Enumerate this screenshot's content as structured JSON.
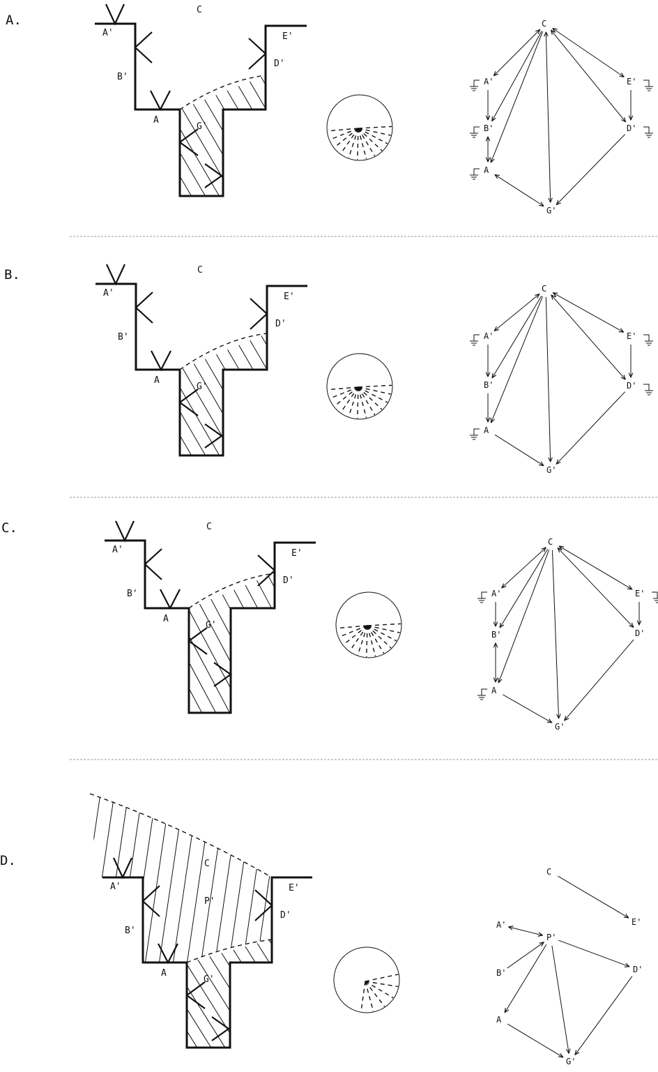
{
  "panels": [
    {
      "id": "A",
      "panel_label": "A.",
      "scene": {
        "labels": {
          "C": "C",
          "A1": "A'",
          "B1": "B'",
          "A": "A",
          "G1": "G'",
          "E1": "E'",
          "D1": "D'"
        }
      },
      "graph": {
        "nodes": [
          {
            "id": "C",
            "label": "C"
          },
          {
            "id": "A1",
            "label": "A'"
          },
          {
            "id": "B1",
            "label": "B'"
          },
          {
            "id": "A",
            "label": "A"
          },
          {
            "id": "E1",
            "label": "E'"
          },
          {
            "id": "D1",
            "label": "D'"
          },
          {
            "id": "G1",
            "label": "G'"
          }
        ],
        "grounded": [
          "A1",
          "B1",
          "A",
          "E1",
          "D1"
        ],
        "edges": [
          {
            "from": "C",
            "to": "A1",
            "bidirectional": true
          },
          {
            "from": "C",
            "to": "B1",
            "bidirectional": false,
            "direction": "to"
          },
          {
            "from": "C",
            "to": "A",
            "bidirectional": false,
            "direction": "to"
          },
          {
            "from": "C",
            "to": "G1",
            "bidirectional": true
          },
          {
            "from": "C",
            "to": "E1",
            "bidirectional": true
          },
          {
            "from": "C",
            "to": "D1",
            "bidirectional": true
          },
          {
            "from": "A1",
            "to": "B1",
            "bidirectional": false,
            "direction": "to"
          },
          {
            "from": "B1",
            "to": "A",
            "bidirectional": true
          },
          {
            "from": "A",
            "to": "G1",
            "bidirectional": true
          },
          {
            "from": "E1",
            "to": "D1",
            "bidirectional": false,
            "direction": "to"
          },
          {
            "from": "D1",
            "to": "G1",
            "bidirectional": false,
            "direction": "to"
          }
        ]
      }
    },
    {
      "id": "B",
      "panel_label": "B.",
      "scene": {
        "labels": {
          "C": "C",
          "A1": "A'",
          "B1": "B'",
          "A": "A",
          "G1": "G'",
          "E1": "E'",
          "D1": "D'"
        }
      },
      "graph": {
        "nodes": [
          {
            "id": "C",
            "label": "C"
          },
          {
            "id": "A1",
            "label": "A'"
          },
          {
            "id": "B1",
            "label": "B'"
          },
          {
            "id": "A",
            "label": "A"
          },
          {
            "id": "E1",
            "label": "E'"
          },
          {
            "id": "D1",
            "label": "D'"
          },
          {
            "id": "G1",
            "label": "G'"
          }
        ],
        "grounded": [
          "A1",
          "A",
          "E1",
          "D1"
        ],
        "edges": [
          {
            "from": "C",
            "to": "A1",
            "bidirectional": true
          },
          {
            "from": "C",
            "to": "B1",
            "bidirectional": false,
            "direction": "to"
          },
          {
            "from": "C",
            "to": "A",
            "bidirectional": false,
            "direction": "to"
          },
          {
            "from": "C",
            "to": "G1",
            "bidirectional": false,
            "direction": "to"
          },
          {
            "from": "C",
            "to": "E1",
            "bidirectional": true
          },
          {
            "from": "C",
            "to": "D1",
            "bidirectional": true
          },
          {
            "from": "A1",
            "to": "B1",
            "bidirectional": false,
            "direction": "to"
          },
          {
            "from": "B1",
            "to": "A",
            "bidirectional": false,
            "direction": "to"
          },
          {
            "from": "A",
            "to": "G1",
            "bidirectional": false,
            "direction": "to"
          },
          {
            "from": "E1",
            "to": "D1",
            "bidirectional": false,
            "direction": "to"
          },
          {
            "from": "D1",
            "to": "G1",
            "bidirectional": false,
            "direction": "to"
          }
        ]
      }
    },
    {
      "id": "C",
      "panel_label": "C.",
      "scene": {
        "labels": {
          "C": "C",
          "A1": "A'",
          "B1": "B'",
          "A": "A",
          "G1": "G'",
          "E1": "E'",
          "D1": "D'"
        }
      },
      "graph": {
        "nodes": [
          {
            "id": "C",
            "label": "C"
          },
          {
            "id": "A1",
            "label": "A'"
          },
          {
            "id": "B1",
            "label": "B'"
          },
          {
            "id": "A",
            "label": "A"
          },
          {
            "id": "E1",
            "label": "E'"
          },
          {
            "id": "D1",
            "label": "D'"
          },
          {
            "id": "G1",
            "label": "G'"
          }
        ],
        "grounded": [
          "A1",
          "A",
          "E1"
        ],
        "edges": [
          {
            "from": "C",
            "to": "A1",
            "bidirectional": true
          },
          {
            "from": "C",
            "to": "B1",
            "bidirectional": false,
            "direction": "to"
          },
          {
            "from": "C",
            "to": "A",
            "bidirectional": false,
            "direction": "to"
          },
          {
            "from": "C",
            "to": "G1",
            "bidirectional": false,
            "direction": "to"
          },
          {
            "from": "C",
            "to": "E1",
            "bidirectional": true
          },
          {
            "from": "C",
            "to": "D1",
            "bidirectional": true
          },
          {
            "from": "A1",
            "to": "B1",
            "bidirectional": false,
            "direction": "to"
          },
          {
            "from": "B1",
            "to": "A",
            "bidirectional": true
          },
          {
            "from": "A",
            "to": "G1",
            "bidirectional": false,
            "direction": "to"
          },
          {
            "from": "E1",
            "to": "D1",
            "bidirectional": false,
            "direction": "to"
          },
          {
            "from": "D1",
            "to": "G1",
            "bidirectional": false,
            "direction": "to"
          }
        ]
      }
    },
    {
      "id": "D",
      "panel_label": "D.",
      "scene": {
        "labels": {
          "C": "C",
          "A1": "A'",
          "B1": "B'",
          "A": "A",
          "G1": "G'",
          "E1": "E'",
          "D1": "D'",
          "P1": "P'"
        }
      },
      "graph": {
        "nodes": [
          {
            "id": "C",
            "label": "C"
          },
          {
            "id": "E1",
            "label": "E'"
          },
          {
            "id": "A1",
            "label": "A'"
          },
          {
            "id": "P1",
            "label": "P'"
          },
          {
            "id": "B1",
            "label": "B'"
          },
          {
            "id": "D1",
            "label": "D'"
          },
          {
            "id": "A",
            "label": "A"
          },
          {
            "id": "G1",
            "label": "G'"
          }
        ],
        "grounded": [],
        "edges": [
          {
            "from": "C",
            "to": "E1",
            "bidirectional": false,
            "direction": "to"
          },
          {
            "from": "A1",
            "to": "P1",
            "bidirectional": true
          },
          {
            "from": "P1",
            "to": "D1",
            "bidirectional": false,
            "direction": "to"
          },
          {
            "from": "P1",
            "to": "A",
            "bidirectional": false,
            "direction": "to"
          },
          {
            "from": "P1",
            "to": "G1",
            "bidirectional": false,
            "direction": "to"
          },
          {
            "from": "B1",
            "to": "P1",
            "bidirectional": false,
            "direction": "to"
          },
          {
            "from": "A",
            "to": "G1",
            "bidirectional": false,
            "direction": "to"
          },
          {
            "from": "D1",
            "to": "G1",
            "bidirectional": false,
            "direction": "to"
          }
        ]
      }
    }
  ]
}
